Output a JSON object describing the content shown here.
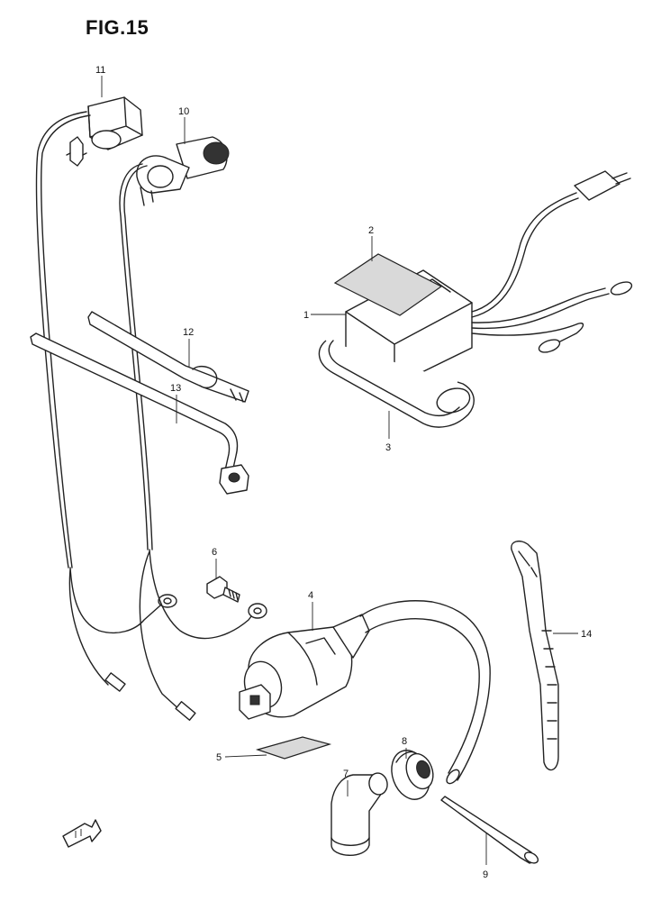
{
  "figure": {
    "title": "FIG.15"
  },
  "callouts": [
    {
      "id": "1",
      "label": "1"
    },
    {
      "id": "2",
      "label": "2"
    },
    {
      "id": "3",
      "label": "3"
    },
    {
      "id": "4",
      "label": "4"
    },
    {
      "id": "5",
      "label": "5"
    },
    {
      "id": "6",
      "label": "6"
    },
    {
      "id": "7",
      "label": "7"
    },
    {
      "id": "8",
      "label": "8"
    },
    {
      "id": "9",
      "label": "9"
    },
    {
      "id": "10",
      "label": "10"
    },
    {
      "id": "11",
      "label": "11"
    },
    {
      "id": "12",
      "label": "12"
    },
    {
      "id": "13",
      "label": "13"
    },
    {
      "id": "14",
      "label": "14"
    }
  ]
}
